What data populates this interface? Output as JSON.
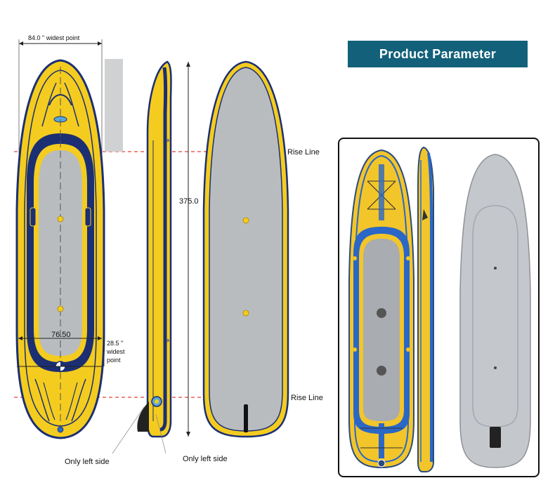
{
  "title": "Product Parameter",
  "dimensions": {
    "widest_width": "84.0 \" widest point",
    "length": "375.0",
    "tail_width": "76.50",
    "tail_offset_line1": "28.5 \"",
    "tail_offset_line2": "widest",
    "tail_offset_line3": "point"
  },
  "labels": {
    "rise_line_top": "Rise Line",
    "rise_line_bottom": "Rise Line",
    "only_left_side_1": "Only left side",
    "only_left_side_2": "Only left side"
  },
  "colors": {
    "banner": "#12607a",
    "board_yellow": "#f4cc1f",
    "board_navy": "#1b2f72",
    "deck_gray": "#b9bcbf",
    "rise_line": "#e0403a",
    "photo_blue": "#2b67c6"
  }
}
